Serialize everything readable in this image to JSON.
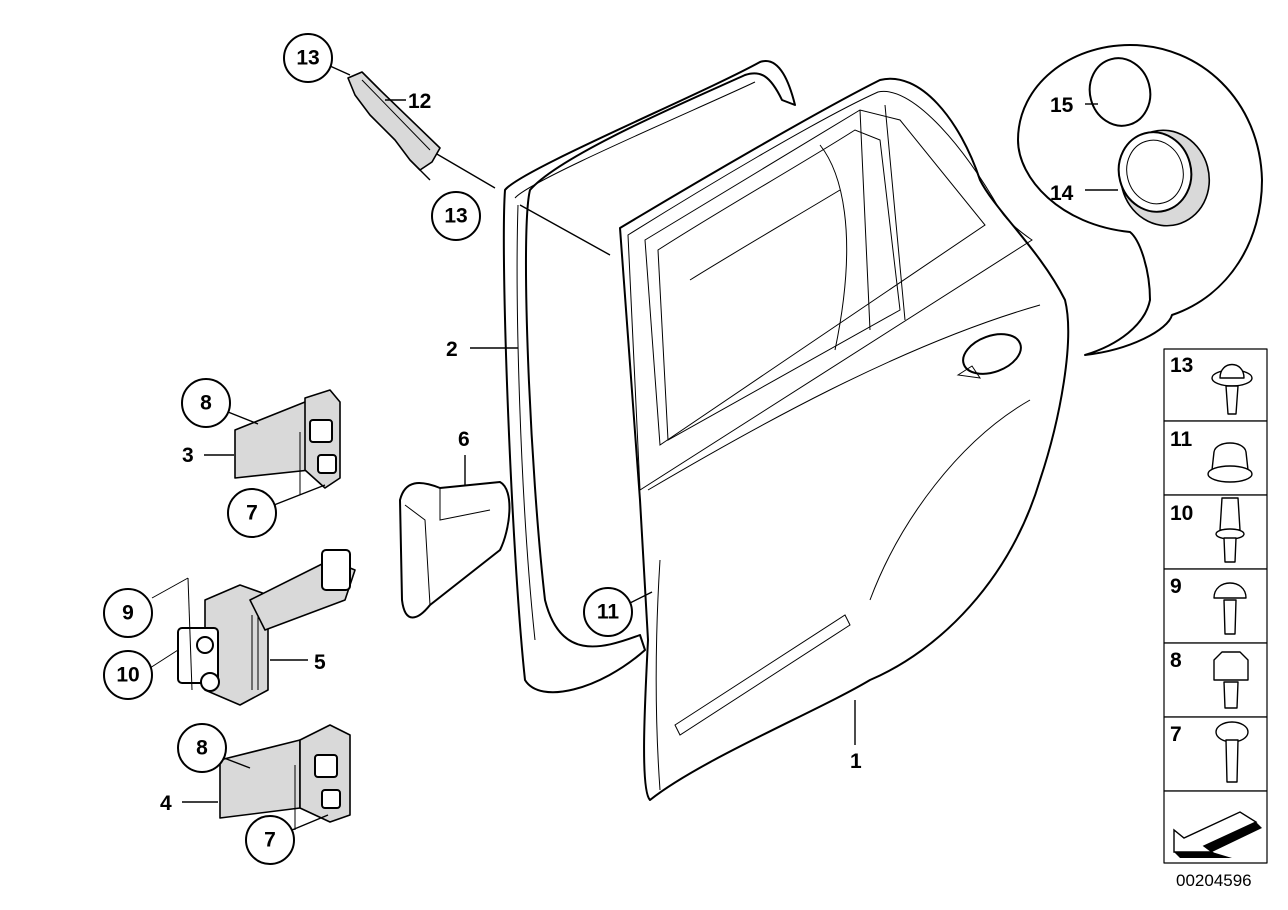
{
  "callouts": {
    "c13_top": "13",
    "c13_bottom": "13",
    "c8_top": "8",
    "c7_top": "7",
    "c9": "9",
    "c10": "10",
    "c8_bottom": "8",
    "c7_bottom": "7",
    "c11": "11"
  },
  "labels": {
    "l12": "12",
    "l2": "2",
    "l3": "3",
    "l6": "6",
    "l5": "5",
    "l4": "4",
    "l1": "1",
    "l15": "15",
    "l14": "14"
  },
  "parts_legend": [
    {
      "number": "13",
      "icon": "screw-with-washer-icon"
    },
    {
      "number": "11",
      "icon": "expanding-nut-icon"
    },
    {
      "number": "10",
      "icon": "torx-stud-bolt-icon"
    },
    {
      "number": "9",
      "icon": "round-head-screw-icon"
    },
    {
      "number": "8",
      "icon": "hex-bolt-icon"
    },
    {
      "number": "7",
      "icon": "flat-head-screw-icon"
    }
  ],
  "navigation": {
    "icon": "back-arrow-icon"
  },
  "diagram_id": "00204596"
}
